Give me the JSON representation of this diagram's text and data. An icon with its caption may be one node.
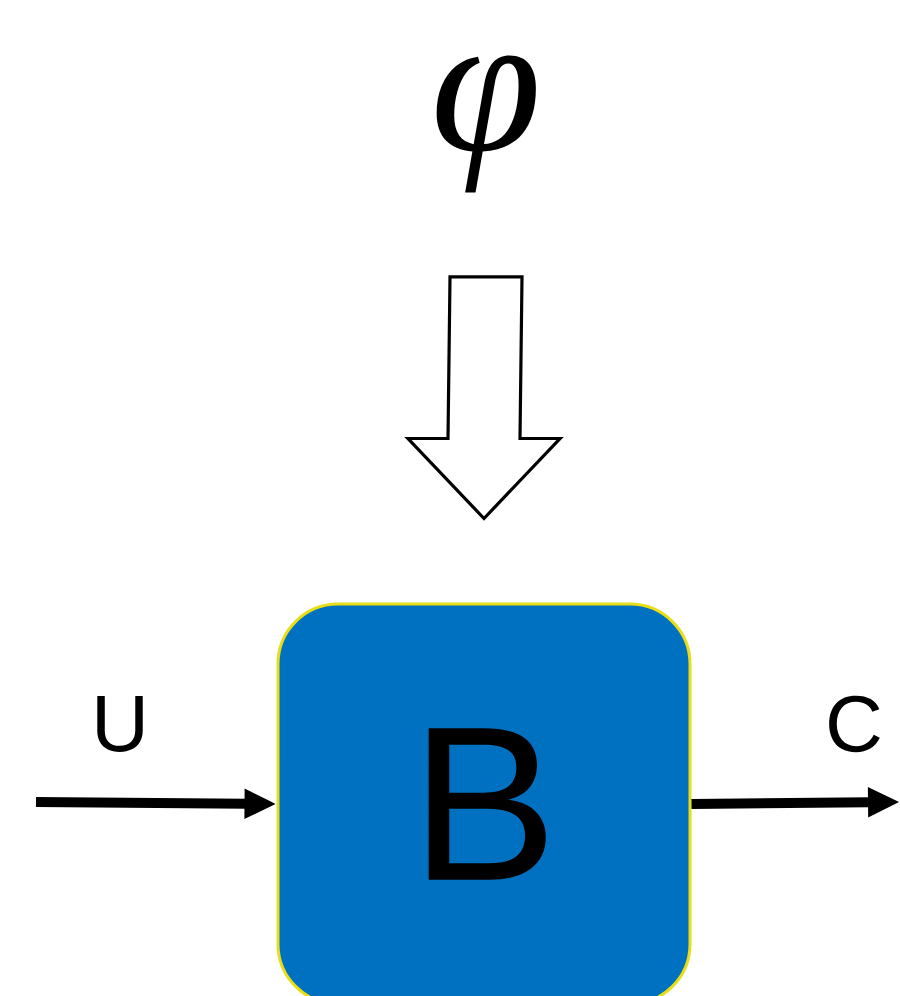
{
  "diagram": {
    "nodes": [
      {
        "text": [
          "φ"
        ]
      },
      {
        "text": [
          "B"
        ]
      }
    ],
    "edges": [
      {
        "from": 0,
        "to": 1,
        "arrow": "to",
        "style": "thick"
      },
      {
        "from": null,
        "to": 1,
        "arrow": "to",
        "label": "U"
      },
      {
        "from": 1,
        "to": null,
        "arrow": "to",
        "label": "C"
      }
    ]
  }
}
